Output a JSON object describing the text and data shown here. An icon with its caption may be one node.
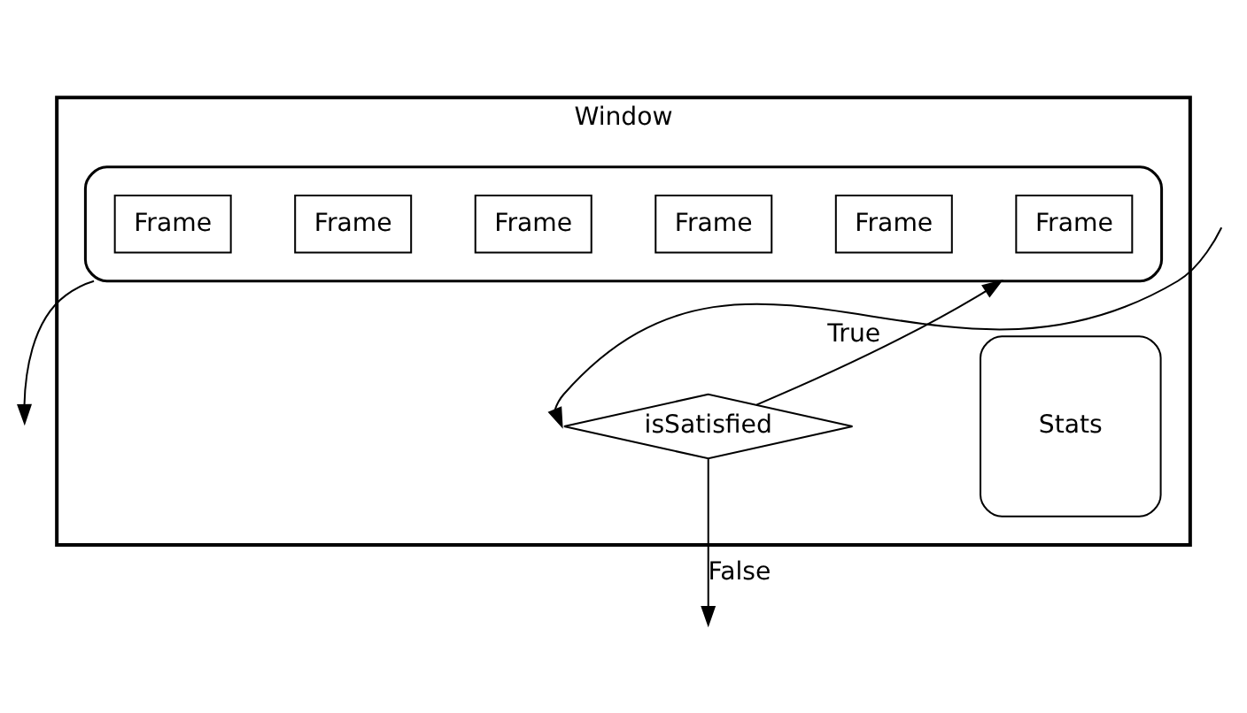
{
  "diagram": {
    "nodes": [
      {
        "text": [
          "Window"
        ]
      },
      {
        "text": [],
        "shape": "box",
        "in": 0
      },
      {
        "text": [
          "Frame"
        ],
        "in": 1
      },
      {
        "text": [
          "Frame"
        ],
        "in": 1
      },
      {
        "text": [
          "Frame"
        ],
        "in": 1
      },
      {
        "text": [
          "Frame"
        ],
        "in": 1
      },
      {
        "text": [
          "Frame"
        ],
        "in": 1
      },
      {
        "text": [
          "Frame"
        ],
        "in": 1
      },
      {
        "text": [
          "isSatisfied"
        ],
        "in": 0
      },
      {
        "text": [
          "Stats"
        ],
        "in": 0
      }
    ],
    "edges": [
      {
        "from": 1,
        "to": null,
        "arrow": "to"
      },
      {
        "from": 8,
        "to": 1,
        "arrow": "to",
        "label": "True"
      },
      {
        "from": null,
        "to": 8,
        "arrow": "to"
      },
      {
        "from": 8,
        "to": null,
        "arrow": "to",
        "label": "False"
      }
    ]
  }
}
